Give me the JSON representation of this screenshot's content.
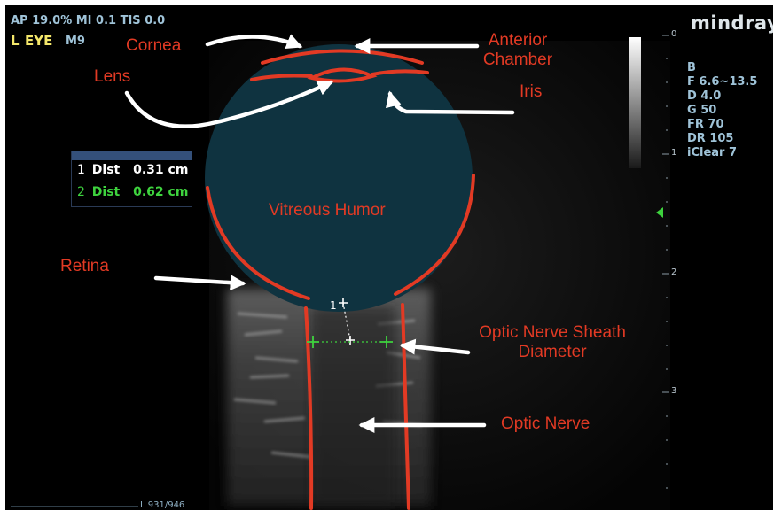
{
  "status_bar": {
    "acoustic": "AP 19.0%  MI 0.1  TIS 0.0",
    "preset_left": "L",
    "preset_eye": "EYE",
    "probe": "M9"
  },
  "brand": "mindray",
  "params": {
    "mode": "B",
    "frequency": "F 6.6~13.5",
    "depth": "D 4.0",
    "gain": "G 50",
    "frame_rate": "FR 70",
    "dynamic_range": "DR 105",
    "iclear": "iClear 7"
  },
  "scale_ticks": [
    "0",
    "1",
    "2",
    "3"
  ],
  "measurements": {
    "m1": {
      "index": "1",
      "label": "Dist",
      "value": "0.31 cm",
      "color": "#ffffff"
    },
    "m2": {
      "index": "2",
      "label": "Dist",
      "value": "0.62 cm",
      "color": "#3ed33e"
    }
  },
  "annotations": {
    "cornea": "Cornea",
    "anterior_chamber_1": "Anterior",
    "anterior_chamber_2": "Chamber",
    "lens": "Lens",
    "iris": "Iris",
    "vitreous": "Vitreous Humor",
    "retina": "Retina",
    "onsd_1": "Optic Nerve Sheath",
    "onsd_2": "Diameter",
    "optic_nerve": "Optic Nerve"
  },
  "caliper_label": "1",
  "footer": "L  931/946",
  "colors": {
    "annotation_red": "#e23a24",
    "hud_blue": "#9fc3d8",
    "hud_yellow": "#f3e66a",
    "measure_green": "#3ed33e",
    "globe_fill": "#0f3340"
  }
}
